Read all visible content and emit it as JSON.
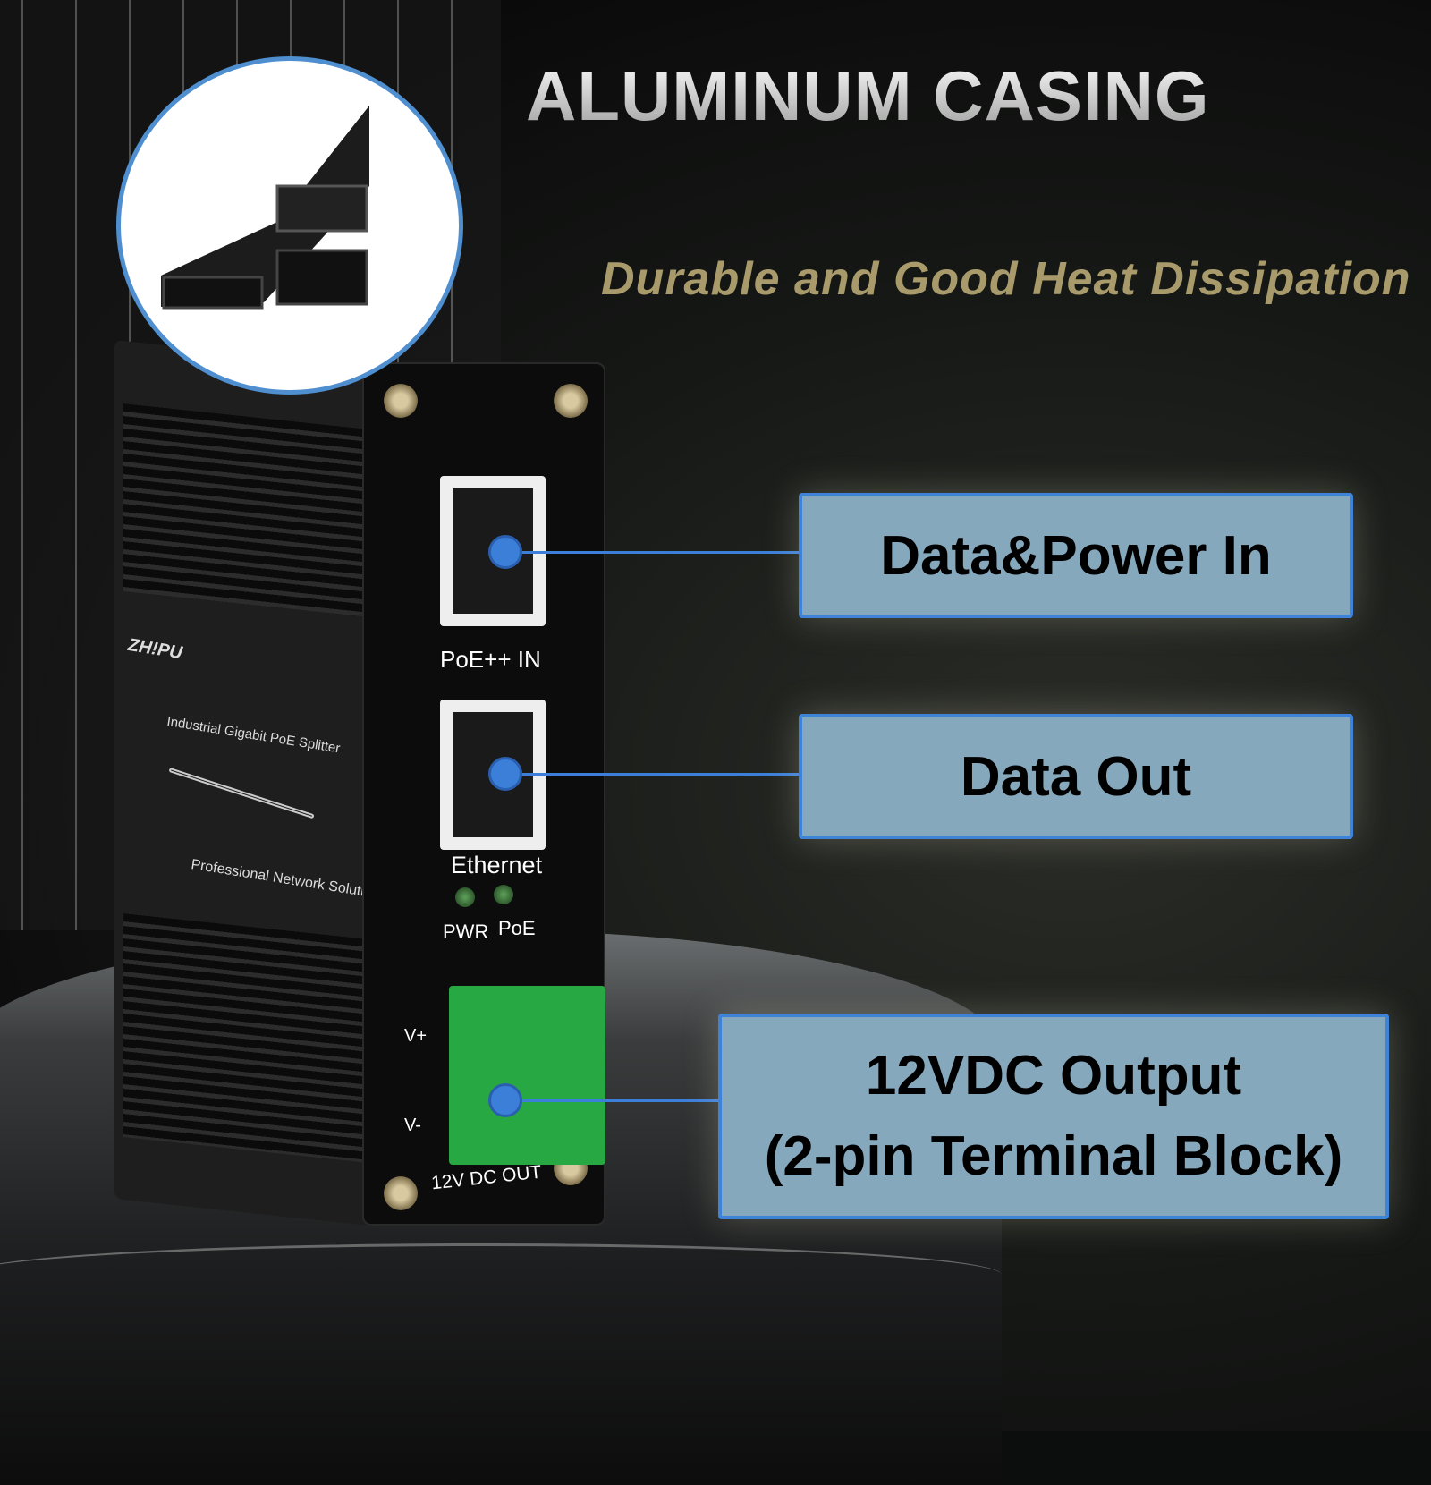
{
  "heading": {
    "title": "ALUMINUM CASING",
    "subtitle": "Durable and Good Heat Dissipation"
  },
  "device": {
    "brand": "ZH!PU",
    "side_label": "Industrial Gigabit PoE Splitter",
    "side_tagline": "Professional Network Solution",
    "port1_label": "PoE++ IN",
    "port2_label": "Ethernet",
    "led1_label": "PWR",
    "led2_label": "PoE",
    "terminal_plus": "V+",
    "terminal_minus": "V-",
    "dc_label": "12V DC OUT"
  },
  "callouts": [
    {
      "text": "Data&Power In"
    },
    {
      "text": "Data Out"
    },
    {
      "line1": "12VDC Output",
      "line2": "(2-pin Terminal Block)"
    }
  ],
  "colors": {
    "callout_fill": "#86a8bc",
    "callout_border": "#3f83d8",
    "terminal": "#27a843"
  }
}
